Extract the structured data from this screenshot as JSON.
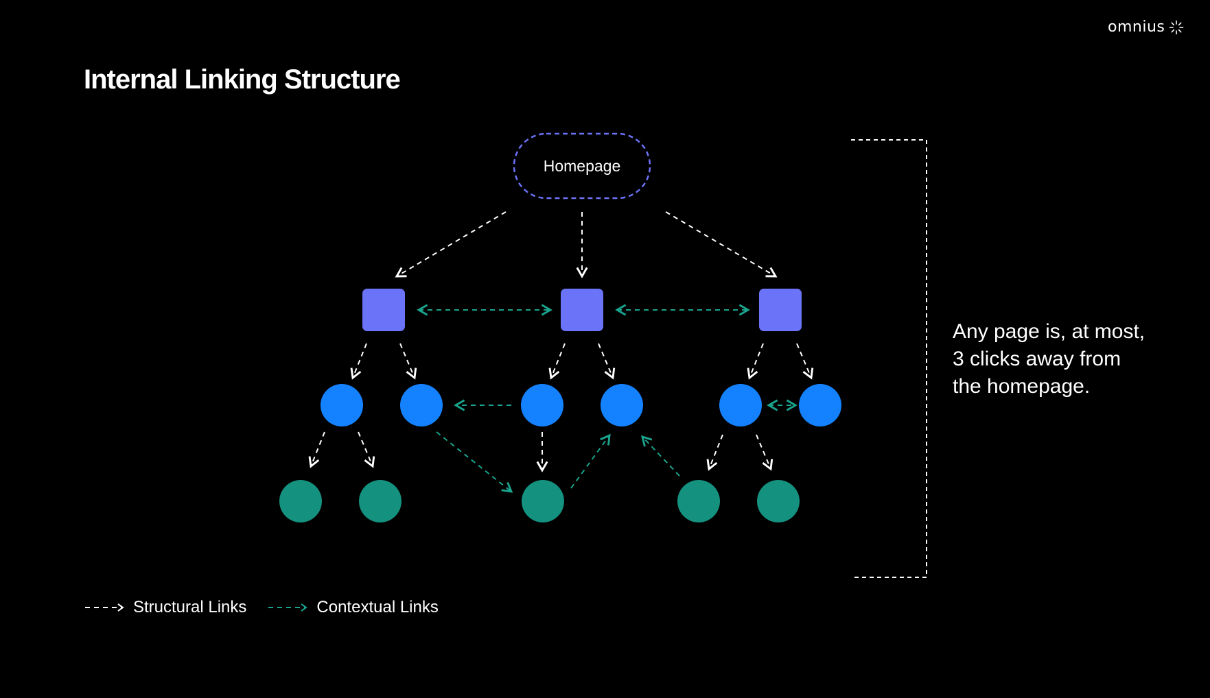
{
  "title": "Internal Linking Structure",
  "brand": {
    "name": "omnius",
    "icon": "sun-burst-icon"
  },
  "diagram": {
    "root_label": "Homepage",
    "note": "Any page is, at most,\n3 clicks away from\nthe homepage."
  },
  "legend": [
    {
      "label": "Structural Links",
      "color": "#ffffff"
    },
    {
      "label": "Contextual Links",
      "color": "#1aa58f"
    }
  ],
  "colors": {
    "root_border": "#6b73f7",
    "category": "#6b74f8",
    "subpage": "#1482ff",
    "leaf": "#14917f",
    "structural_link": "#ffffff",
    "contextual_link": "#1aa58f"
  }
}
